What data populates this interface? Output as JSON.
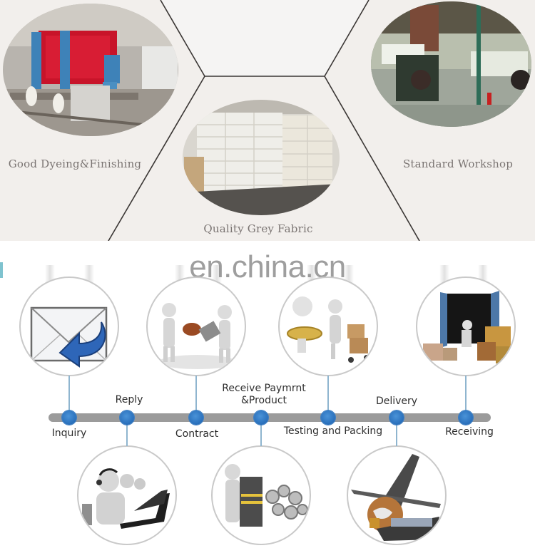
{
  "showcase": {
    "panels": [
      {
        "caption": "Good Dyeing&Finishing",
        "photo": "dyeing-machine-photo"
      },
      {
        "caption": "Quality Grey Fabric",
        "photo": "grey-fabric-stack-photo"
      },
      {
        "caption": "Standard Workshop",
        "photo": "weaving-workshop-photo"
      }
    ]
  },
  "watermark": "en.china.cn",
  "process": {
    "steps": [
      {
        "label": "Inquiry",
        "icon": "envelope-reply-icon",
        "position": "above"
      },
      {
        "label": "Reply",
        "icon": "call-center-icon",
        "position": "below"
      },
      {
        "label": "Contract",
        "icon": "handshake-stamp-icon",
        "position": "above"
      },
      {
        "label": "Receive Paymrnt\n&Product",
        "label_line1": "Receive Paymrnt",
        "label_line2": "&Product",
        "icon": "money-gears-icon",
        "position": "below"
      },
      {
        "label": "Testing and Packing",
        "icon": "inspection-cart-icon",
        "position": "above"
      },
      {
        "label": "Delivery",
        "icon": "plane-ship-globe-icon",
        "position": "below"
      },
      {
        "label": "Receiving",
        "icon": "container-boxes-icon",
        "position": "above"
      }
    ]
  },
  "colors": {
    "top_background": "#f2efec",
    "divider_line": "#3a3634",
    "caption_text": "#7a7472",
    "timeline_bar": "#9b9b9b",
    "node_blue": "#2f74c4",
    "circle_border": "#c9c9c9"
  }
}
